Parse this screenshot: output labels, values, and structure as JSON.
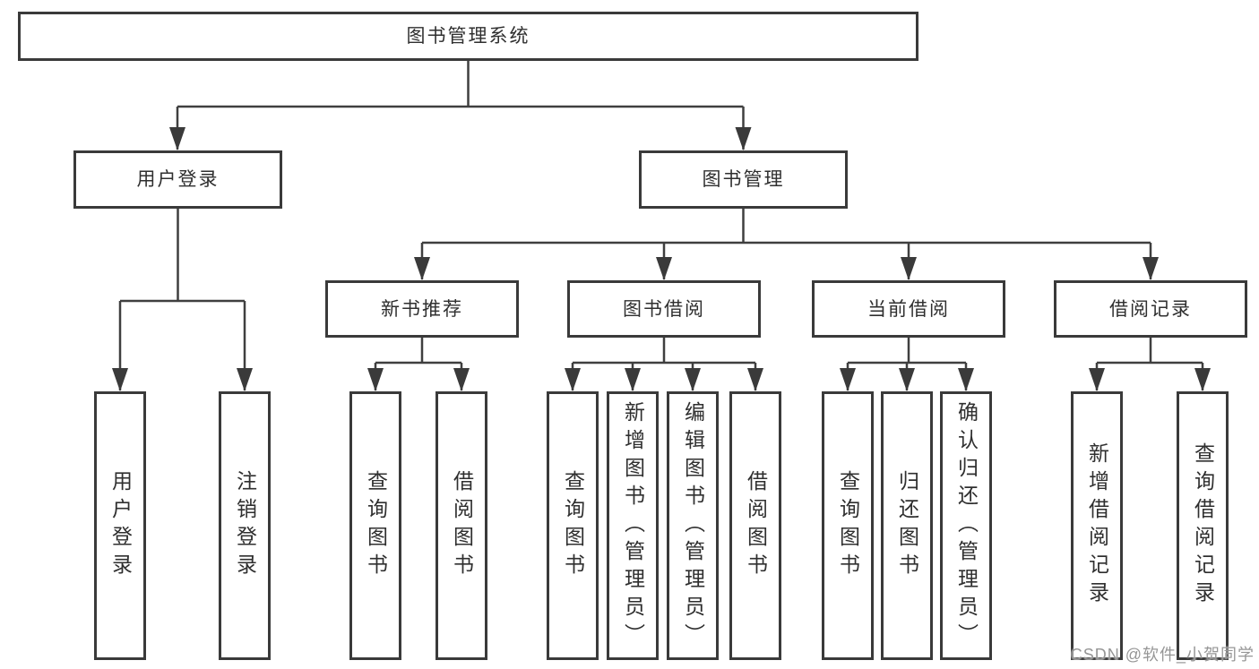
{
  "diagram_type": "hierarchy-tree",
  "watermark": "CSDN @软件_小贺同学",
  "colors": {
    "line": "#3f3f3f",
    "box_border": "#3a3a3a",
    "text": "#2f2f2f",
    "watermark_text": "#969696",
    "background": "#ffffff"
  },
  "tree": {
    "label": "图书管理系统",
    "children": [
      {
        "label": "用户登录",
        "children": [
          {
            "label": "用户登录"
          },
          {
            "label": "注销登录"
          }
        ]
      },
      {
        "label": "图书管理",
        "children": [
          {
            "label": "新书推荐",
            "children": [
              {
                "label": "查询图书"
              },
              {
                "label": "借阅图书"
              }
            ]
          },
          {
            "label": "图书借阅",
            "children": [
              {
                "label": "查询图书"
              },
              {
                "label": "新增图书（管理员）"
              },
              {
                "label": "编辑图书（管理员）"
              },
              {
                "label": "借阅图书"
              }
            ]
          },
          {
            "label": "当前借阅",
            "children": [
              {
                "label": "查询图书"
              },
              {
                "label": "归还图书"
              },
              {
                "label": "确认归还（管理员）"
              }
            ]
          },
          {
            "label": "借阅记录",
            "children": [
              {
                "label": "新增借阅记录"
              },
              {
                "label": "查询借阅记录"
              }
            ]
          }
        ]
      }
    ]
  }
}
